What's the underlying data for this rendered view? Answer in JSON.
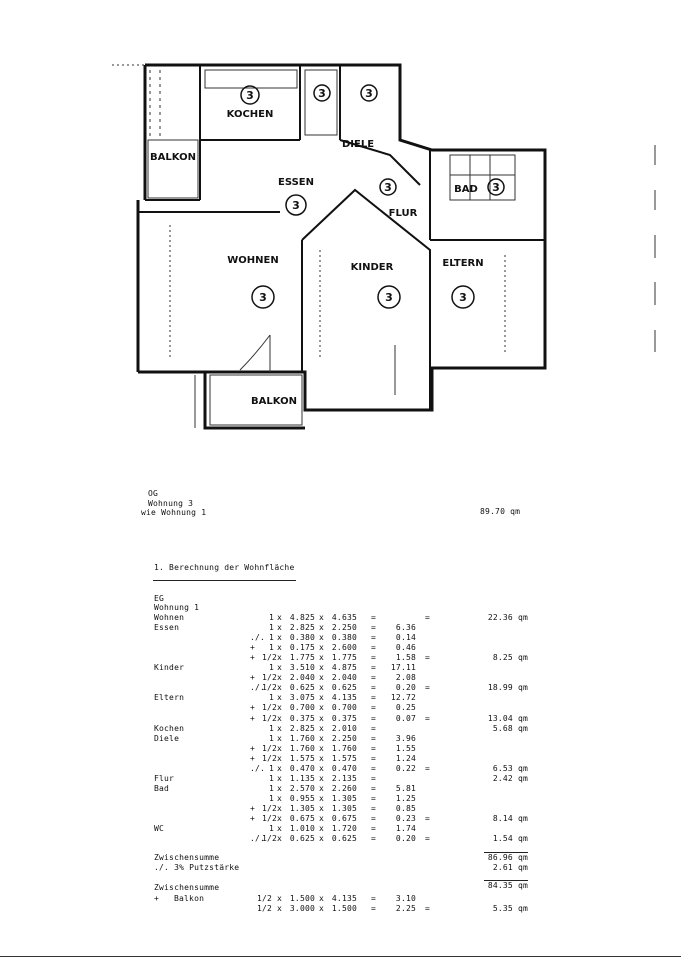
{
  "plan": {
    "rooms": {
      "kochen": "KOCHEN",
      "balkon_left": "BALKON",
      "diele": "DIELE",
      "essen": "ESSEN",
      "bad": "BAD",
      "flur": "FLUR",
      "wohnen": "WOHNEN",
      "kinder": "KINDER",
      "eltern": "ELTERN",
      "balkon_bottom": "BALKON"
    },
    "marker_text": "3"
  },
  "header": {
    "level": "OG",
    "unit": "Wohnung 3",
    "same_as": "wie Wohnung 1",
    "total": "89.70 qm"
  },
  "section_title": "1. Berechnung der Wohnfläche",
  "sub": {
    "level": "EG",
    "unit": "Wohnung 1"
  },
  "rows": [
    {
      "label": "Wohnen",
      "op": "",
      "f": "1",
      "a": "4.825",
      "b": "4.635",
      "sub": "",
      "eq": "=",
      "tot": "22.36 qm"
    },
    {
      "label": "Essen",
      "op": "",
      "f": "1",
      "a": "2.825",
      "b": "2.250",
      "sub": "6.36",
      "eq": "",
      "tot": ""
    },
    {
      "label": "",
      "op": "./.",
      "f": "1",
      "a": "0.380",
      "b": "0.380",
      "sub": "0.14",
      "eq": "",
      "tot": ""
    },
    {
      "label": "",
      "op": "+",
      "f": "1",
      "a": "0.175",
      "b": "2.600",
      "sub": "0.46",
      "eq": "",
      "tot": ""
    },
    {
      "label": "",
      "op": "+",
      "f": "1/2",
      "a": "1.775",
      "b": "1.775",
      "sub": "1.58",
      "eq": "=",
      "tot": "8.25 qm"
    },
    {
      "label": "Kinder",
      "op": "",
      "f": "1",
      "a": "3.510",
      "b": "4.875",
      "sub": "17.11",
      "eq": "",
      "tot": ""
    },
    {
      "label": "",
      "op": "+",
      "f": "1/2",
      "a": "2.040",
      "b": "2.040",
      "sub": "2.08",
      "eq": "",
      "tot": ""
    },
    {
      "label": "",
      "op": "./.",
      "f": "1/2",
      "a": "0.625",
      "b": "0.625",
      "sub": "0.20",
      "eq": "=",
      "tot": "18.99 qm"
    },
    {
      "label": "Eltern",
      "op": "",
      "f": "1",
      "a": "3.075",
      "b": "4.135",
      "sub": "12.72",
      "eq": "",
      "tot": ""
    },
    {
      "label": "",
      "op": "+",
      "f": "1/2",
      "a": "0.700",
      "b": "0.700",
      "sub": "0.25",
      "eq": "",
      "tot": ""
    },
    {
      "label": "",
      "op": "+",
      "f": "1/2",
      "a": "0.375",
      "b": "0.375",
      "sub": "0.07",
      "eq": "=",
      "tot": "13.04 qm"
    },
    {
      "label": "Kochen",
      "op": "",
      "f": "1",
      "a": "2.825",
      "b": "2.010",
      "sub": "",
      "eq": "",
      "tot": "5.68 qm"
    },
    {
      "label": "Diele",
      "op": "",
      "f": "1",
      "a": "1.760",
      "b": "2.250",
      "sub": "3.96",
      "eq": "",
      "tot": ""
    },
    {
      "label": "",
      "op": "+",
      "f": "1/2",
      "a": "1.760",
      "b": "1.760",
      "sub": "1.55",
      "eq": "",
      "tot": ""
    },
    {
      "label": "",
      "op": "+",
      "f": "1/2",
      "a": "1.575",
      "b": "1.575",
      "sub": "1.24",
      "eq": "",
      "tot": ""
    },
    {
      "label": "",
      "op": "./.",
      "f": "1",
      "a": "0.470",
      "b": "0.470",
      "sub": "0.22",
      "eq": "=",
      "tot": "6.53 qm"
    },
    {
      "label": "Flur",
      "op": "",
      "f": "1",
      "a": "1.135",
      "b": "2.135",
      "sub": "",
      "eq": "",
      "tot": "2.42 qm"
    },
    {
      "label": "Bad",
      "op": "",
      "f": "1",
      "a": "2.570",
      "b": "2.260",
      "sub": "5.81",
      "eq": "",
      "tot": ""
    },
    {
      "label": "",
      "op": "",
      "f": "1",
      "a": "0.955",
      "b": "1.305",
      "sub": "1.25",
      "eq": "",
      "tot": ""
    },
    {
      "label": "",
      "op": "+",
      "f": "1/2",
      "a": "1.305",
      "b": "1.305",
      "sub": "0.85",
      "eq": "",
      "tot": ""
    },
    {
      "label": "",
      "op": "+",
      "f": "1/2",
      "a": "0.675",
      "b": "0.675",
      "sub": "0.23",
      "eq": "=",
      "tot": "8.14 qm"
    },
    {
      "label": "WC",
      "op": "",
      "f": "1",
      "a": "1.010",
      "b": "1.720",
      "sub": "1.74",
      "eq": "",
      "tot": ""
    },
    {
      "label": "",
      "op": "./.",
      "f": "1/2",
      "a": "0.625",
      "b": "0.625",
      "sub": "0.20",
      "eq": "=",
      "tot": "1.54 qm"
    }
  ],
  "summary": {
    "zwischensumme1_label": "Zwischensumme",
    "zwischensumme1_val": "86.96 qm",
    "putz_label": "./. 3% Putzstärke",
    "putz_val": "2.61 qm",
    "zwischensumme2_label": "Zwischensumme",
    "zwischensumme2_val": "84.35 qm",
    "balkon_op": "+",
    "balkon_label": "Balkon",
    "balkon_f": "1/2",
    "balkon_a": "1.500",
    "balkon_b": "4.135",
    "balkon_sub": "3.10",
    "balkon2_f": "1/2",
    "balkon2_a": "3.000",
    "balkon2_b": "1.500",
    "balkon2_sub": "2.25",
    "balkon2_eq": "=",
    "balkon2_tot": "5.35 qm"
  }
}
